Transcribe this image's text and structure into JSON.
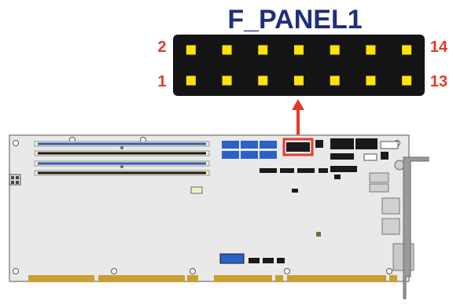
{
  "diagram": {
    "title": "F_PANEL1",
    "pin_labels": {
      "top_left": "2",
      "top_right": "14",
      "bottom_left": "1",
      "bottom_right": "13"
    },
    "connector": {
      "rows": 2,
      "columns": 7
    },
    "colors": {
      "title": "#1f2f7a",
      "pin_label": "#e53a2a",
      "arrow": "#e53a2a",
      "connector_body": "#141414",
      "pin": "#ffe400",
      "board": "#e9e9e9",
      "board_edge": "#8a8a8a",
      "gold_fingers": "#c8a032",
      "dimm_blue": "#2f5db8",
      "dimm_black": "#1a1a1a",
      "sata_blue": "#2a62c8",
      "highlight": "#e53a2a"
    }
  }
}
